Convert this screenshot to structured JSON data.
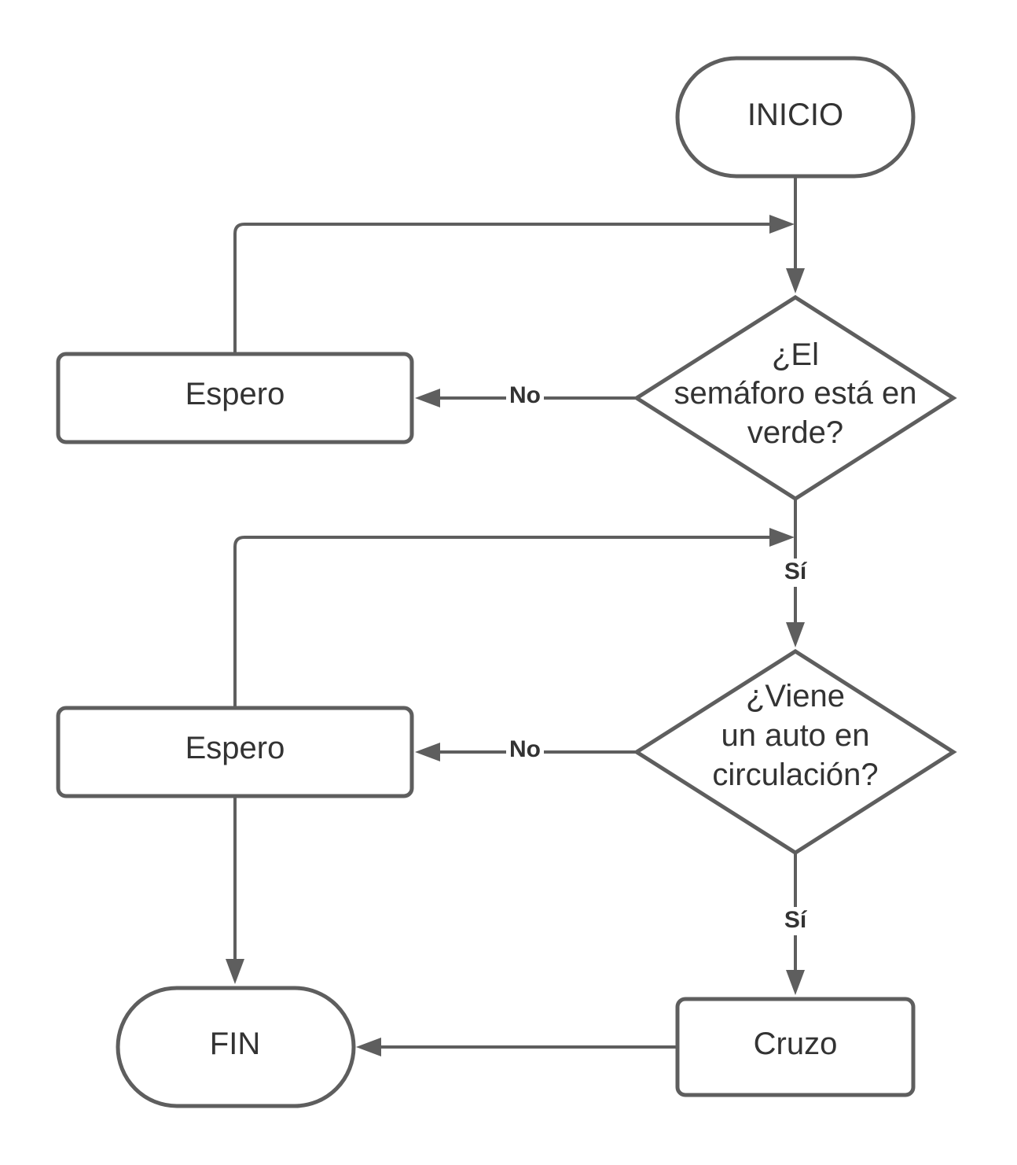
{
  "nodes": {
    "start": {
      "label": "INICIO"
    },
    "decision_light": {
      "lines": [
        "¿El",
        "semáforo está en",
        "verde?"
      ]
    },
    "wait_1": {
      "label": "Espero"
    },
    "decision_car": {
      "lines": [
        "¿Viene",
        "un auto en",
        "circulación?"
      ]
    },
    "wait_2": {
      "label": "Espero"
    },
    "cross": {
      "label": "Cruzo"
    },
    "end": {
      "label": "FIN"
    }
  },
  "edges": {
    "light_no": "No",
    "light_yes": "Sí",
    "car_no": "No",
    "car_yes": "Sí"
  },
  "colors": {
    "stroke": "#5e5e5e",
    "text": "#333333",
    "background": "#ffffff"
  }
}
